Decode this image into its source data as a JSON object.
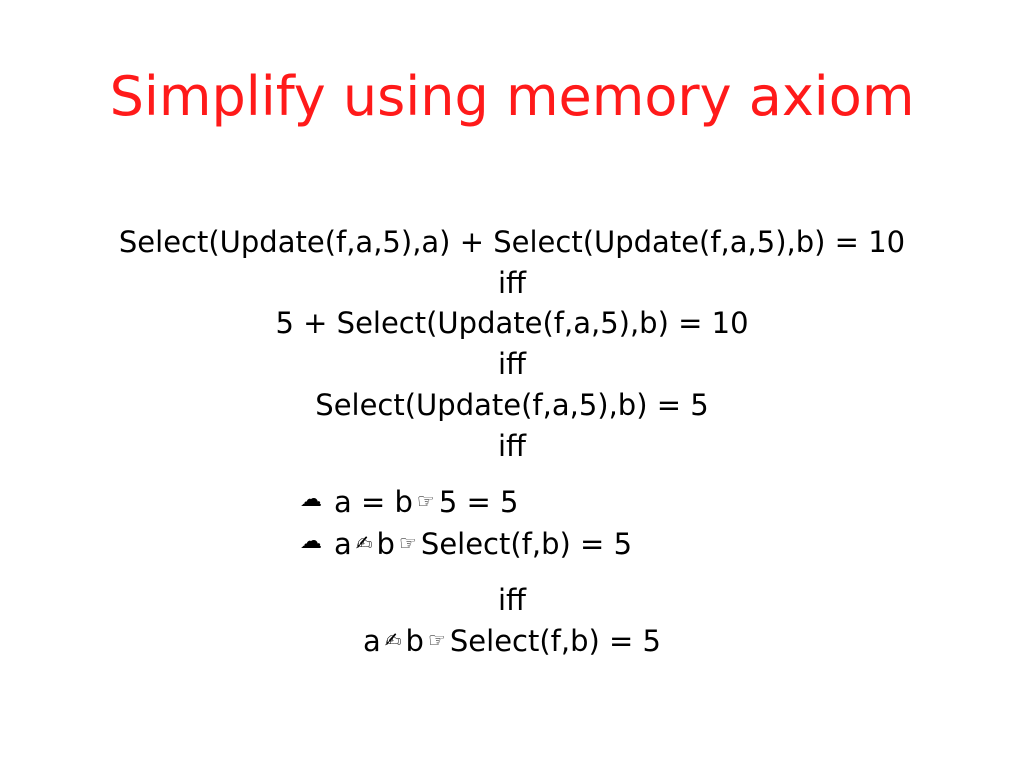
{
  "colors": {
    "title": "#ff1a1a",
    "text": "#000000",
    "background": "#ffffff"
  },
  "title": "Simplify using memory axiom",
  "lines": {
    "l1": "Select(Update(f,a,5),a) + Select(Update(f,a,5),b) = 10",
    "l2": "iff",
    "l3": "5 + Select(Update(f,a,5),b) = 10",
    "l4": "iff",
    "l5": "Select(Update(f,a,5),b) = 5",
    "l6": "iff",
    "l7": "iff"
  },
  "glyphs": {
    "bullet": "☁",
    "implies": "☞",
    "neq": "✍"
  },
  "cases": [
    {
      "left": "a = b",
      "right": "5 = 5"
    },
    {
      "left_a": "a",
      "left_b": "b",
      "right": "Select(f,b) = 5"
    }
  ],
  "final": {
    "a": "a",
    "b": "b",
    "right": "Select(f,b) = 5"
  }
}
